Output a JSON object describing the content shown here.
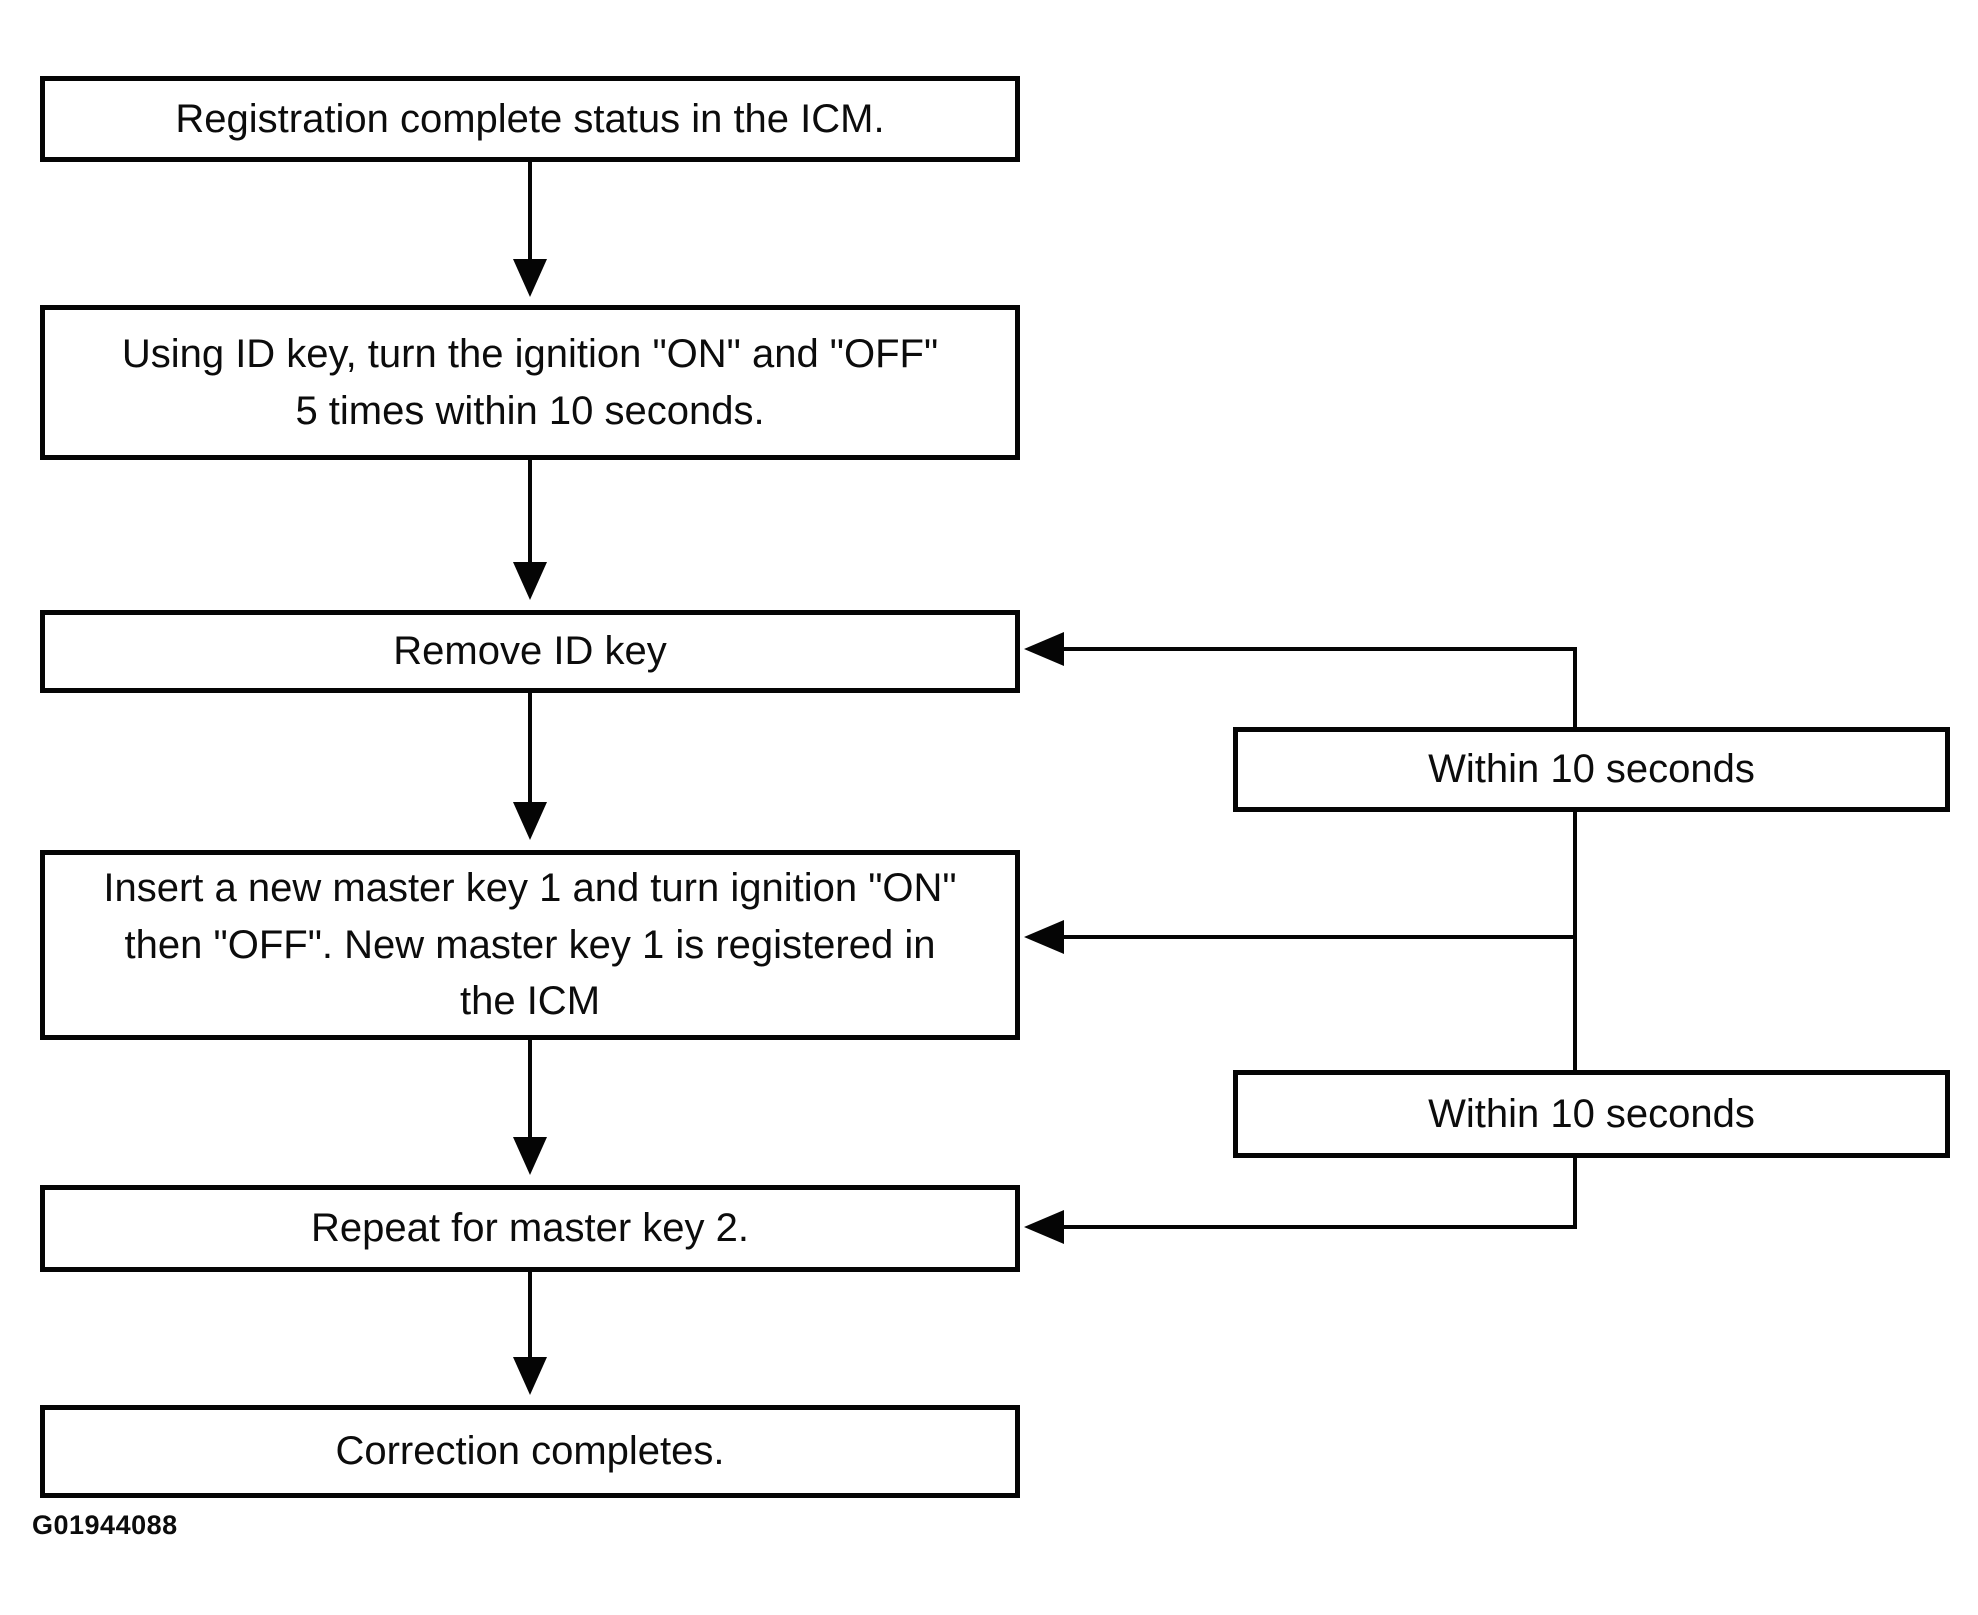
{
  "diagram": {
    "title_semantics": "Immobilizer key registration correction flowchart",
    "figure_id": "G01944088",
    "colors": {
      "ink": "#050505",
      "paper": "#ffffff"
    },
    "steps": [
      {
        "id": "registration-complete",
        "lines": [
          "Registration complete status in the ICM."
        ]
      },
      {
        "id": "ignition-cycle",
        "lines": [
          "Using ID key, turn the ignition \"ON\" and \"OFF\"",
          "5 times within 10 seconds."
        ]
      },
      {
        "id": "remove-id-key",
        "lines": [
          "Remove ID key"
        ]
      },
      {
        "id": "register-master-key-1",
        "lines": [
          "Insert a new master key 1 and turn ignition \"ON\"",
          "then \"OFF\". New master key 1 is registered in",
          "the ICM"
        ]
      },
      {
        "id": "repeat-master-key-2",
        "lines": [
          "Repeat for master key 2."
        ]
      },
      {
        "id": "correction-completes",
        "lines": [
          "Correction completes."
        ]
      }
    ],
    "timing_labels": [
      {
        "id": "within-10-seconds-1",
        "label": "Within 10 seconds"
      },
      {
        "id": "within-10-seconds-2",
        "label": "Within 10 seconds"
      }
    ]
  }
}
